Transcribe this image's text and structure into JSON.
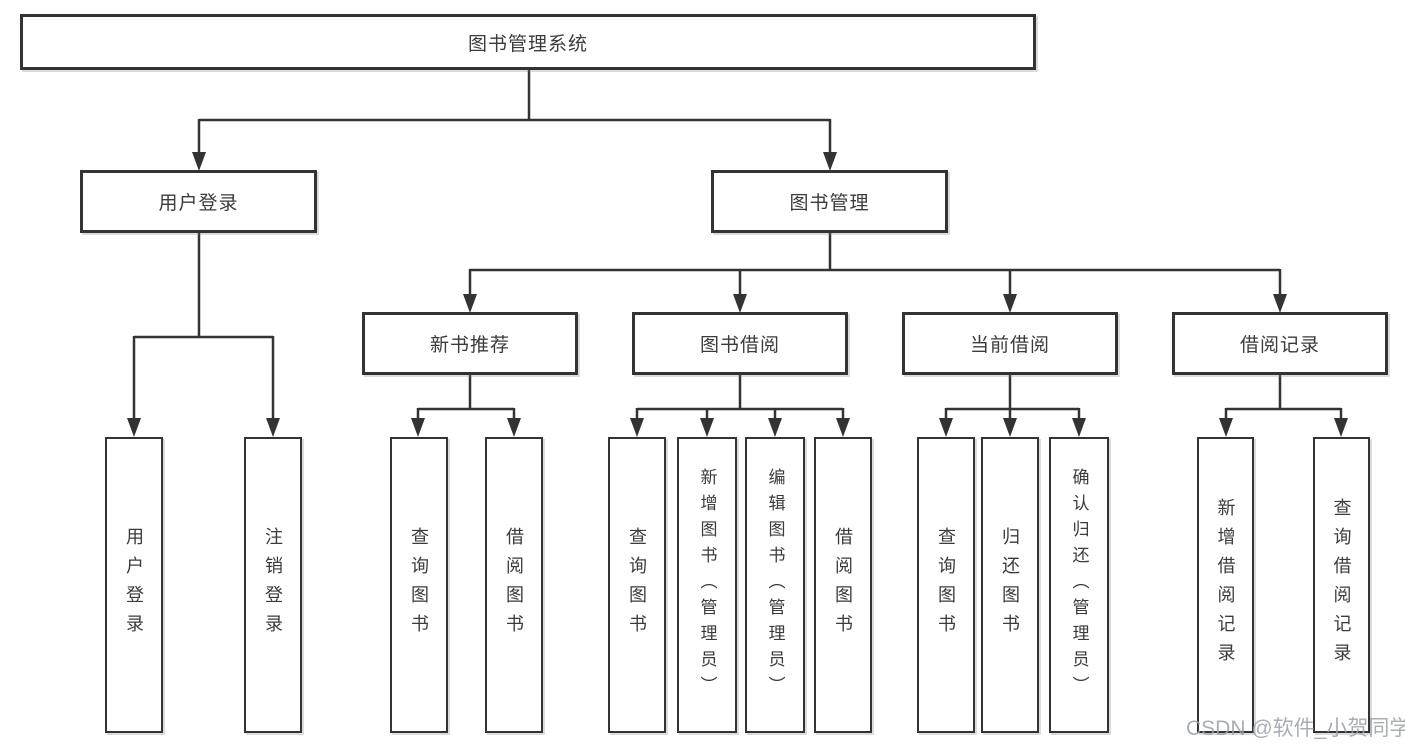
{
  "colors": {
    "line": "#333333",
    "text": "#3b3b3b",
    "box_bg": "#ffffff",
    "watermark": "#9aa0a8"
  },
  "watermark": "CSDN @软件_小贺同学",
  "tree": {
    "root": {
      "label": "图书管理系统"
    },
    "level2": [
      {
        "label": "用户登录"
      },
      {
        "label": "图书管理"
      }
    ],
    "level3": [
      {
        "label": "新书推荐"
      },
      {
        "label": "图书借阅"
      },
      {
        "label": "当前借阅"
      },
      {
        "label": "借阅记录"
      }
    ],
    "leaves": {
      "user_login": [
        "用户登录",
        "注销登录"
      ],
      "new_book_recommend": [
        "查询图书",
        "借阅图书"
      ],
      "book_borrow": [
        "查询图书",
        "新增图书（管理员）",
        "编辑图书（管理员）",
        "借阅图书"
      ],
      "current_borrow": [
        "查询图书",
        "归还图书",
        "确认归还（管理员）"
      ],
      "borrow_records": [
        "新增借阅记录",
        "查询借阅记录"
      ]
    }
  }
}
